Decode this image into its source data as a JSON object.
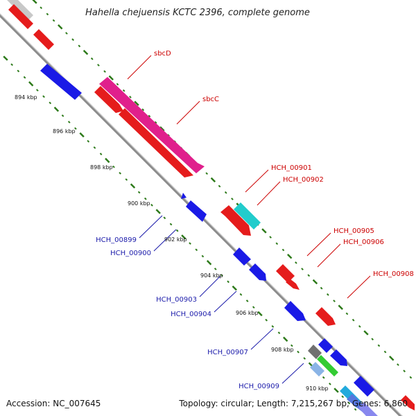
{
  "title": "Hahella chejuensis KCTC 2396, complete genome",
  "colors": {
    "background": "#ffffff",
    "backbone": "#8c8c8c",
    "tick_dash": "#2d7a1a",
    "forward_label": "#cc0000",
    "reverse_label": "#1a1aaa"
  },
  "ticks": [
    "894 kbp",
    "896 kbp",
    "898 kbp",
    "900 kbp",
    "902 kbp",
    "904 kbp",
    "906 kbp",
    "908 kbp",
    "910 kbp"
  ],
  "genes_forward": [
    {
      "id": "sbcD",
      "label": "sbcD",
      "color": "#e0208c",
      "arrow": "right"
    },
    {
      "id": "sbcC",
      "label": "sbcC",
      "color": "#e51c1c",
      "arrow": "right"
    },
    {
      "id": "HCH_00901",
      "label": "HCH_00901",
      "color": "#e51c1c",
      "arrow": "left"
    },
    {
      "id": "HCH_00902",
      "label": "HCH_00902",
      "color": "#22cccc",
      "arrow": "none"
    },
    {
      "id": "HCH_00905",
      "label": "HCH_00905",
      "color": "#e51c1c",
      "arrow": "none"
    },
    {
      "id": "HCH_00906",
      "label": "HCH_00906",
      "color": "#e51c1c",
      "arrow": "right"
    },
    {
      "id": "HCH_00908",
      "label": "HCH_00908",
      "color": "#e51c1c",
      "arrow": "right"
    }
  ],
  "genes_reverse": [
    {
      "id": "HCH_00899",
      "label": "HCH_00899",
      "color": "#1a1ae6",
      "arrow": "left"
    },
    {
      "id": "HCH_00900",
      "label": "HCH_00900",
      "color": "#1a1ae6",
      "arrow": "right"
    },
    {
      "id": "HCH_00903",
      "label": "HCH_00903",
      "color": "#1a1ae6",
      "arrow": "none"
    },
    {
      "id": "HCH_00904",
      "label": "HCH_00904",
      "color": "#1a1ae6",
      "arrow": "right"
    },
    {
      "id": "HCH_00907",
      "label": "HCH_00907",
      "color": "#1a1ae6",
      "arrow": "right"
    },
    {
      "id": "HCH_00909",
      "label": "HCH_00909",
      "color": "#1a1ae6",
      "arrow": "right"
    }
  ],
  "footer": {
    "accession": "Accession: NC_007645",
    "summary": "Topology: circular; Length: 7,215,267 bp; Genes: 6,860"
  }
}
